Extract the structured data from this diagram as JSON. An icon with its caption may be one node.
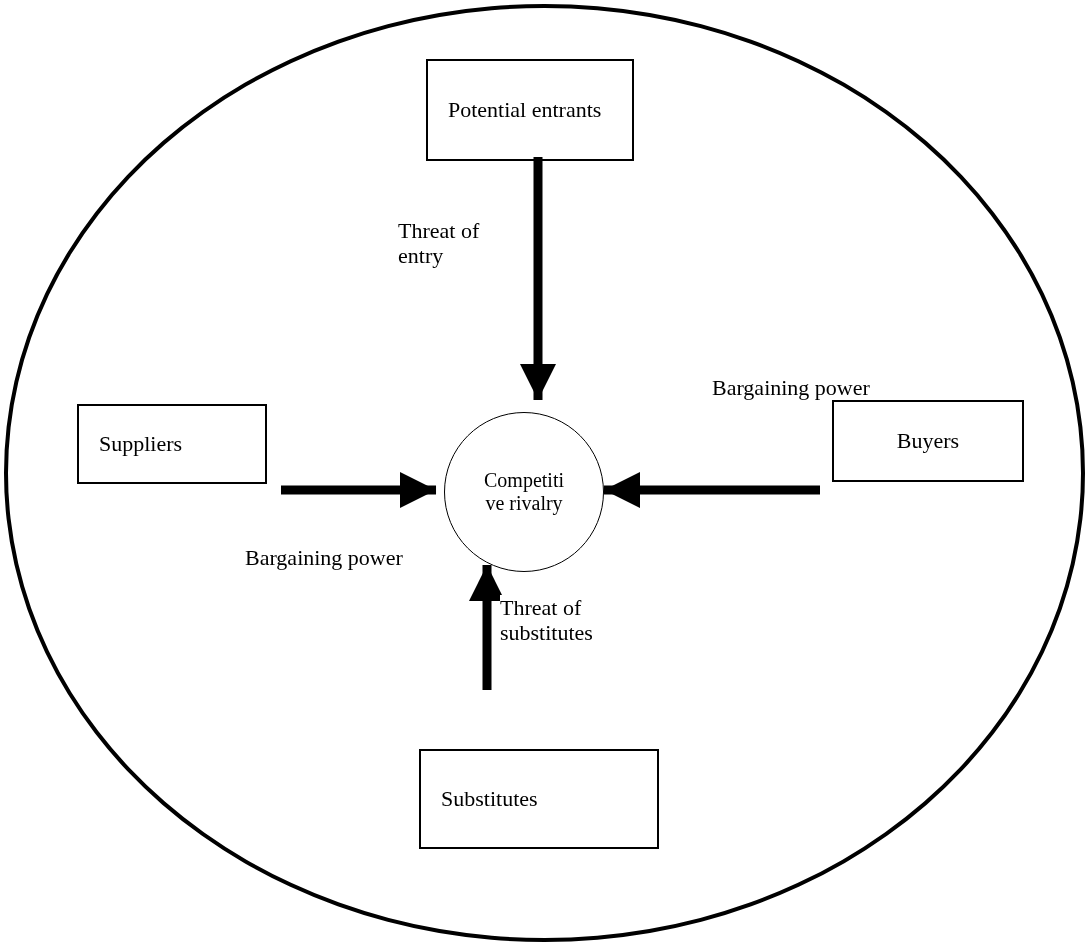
{
  "diagram": {
    "nodes": [
      {
        "text": [],
        "shape": "circle"
      },
      {
        "text": [
          "Potential entrants"
        ],
        "in": 0
      },
      {
        "text": [
          "Suppliers"
        ],
        "in": 0
      },
      {
        "text": [
          "Competiti ve rivalry"
        ],
        "in": 0
      },
      {
        "text": [
          "Buyers"
        ],
        "in": 0
      },
      {
        "text": [
          "Substitutes"
        ],
        "in": 0
      }
    ],
    "edges": [
      {
        "from": 1,
        "to": 3,
        "arrow": "to",
        "label": "Threat of entry"
      },
      {
        "from": 2,
        "to": 3,
        "arrow": "to",
        "label": "Bargaining power"
      },
      {
        "from": 4,
        "to": 3,
        "arrow": "to",
        "label": "Bargaining power"
      },
      {
        "from": 5,
        "to": 3,
        "arrow": "to",
        "label": "Threat of substitutes"
      }
    ]
  }
}
